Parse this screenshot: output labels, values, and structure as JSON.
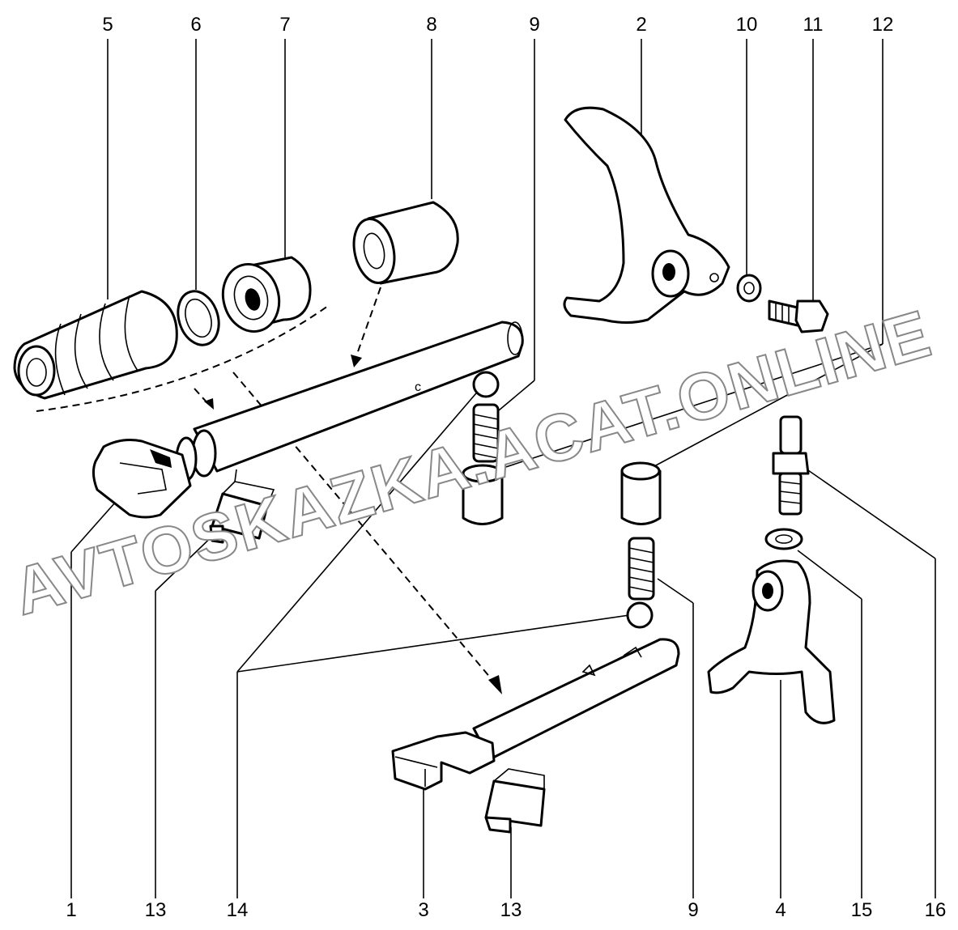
{
  "watermark": "AVTOSKAZKA.ACAT.ONLINE",
  "callouts": {
    "top": [
      "5",
      "6",
      "7",
      "8",
      "9",
      "2",
      "10",
      "11",
      "12"
    ],
    "bottom": [
      "1",
      "13",
      "14",
      "3",
      "13",
      "9",
      "4",
      "15",
      "16"
    ]
  }
}
